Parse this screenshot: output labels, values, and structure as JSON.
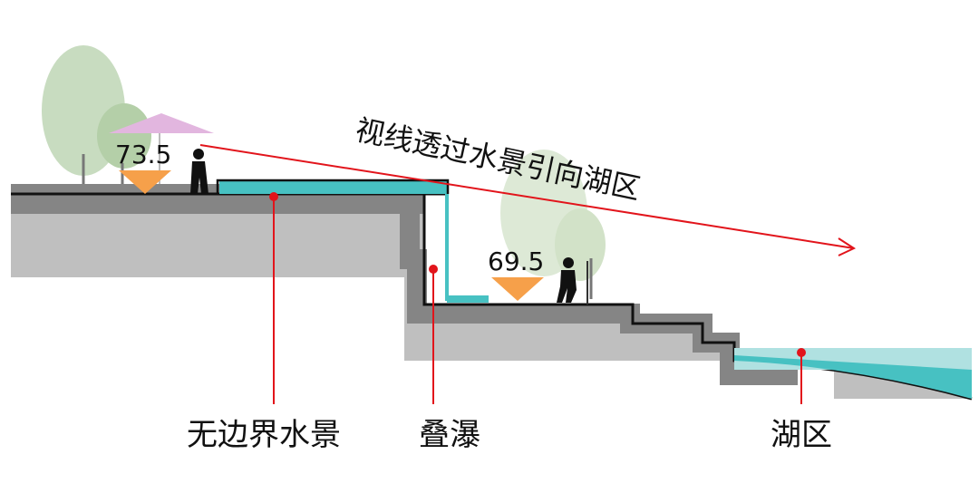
{
  "diagram": {
    "headline": "视线透过水景引向湖区",
    "elevations": {
      "upper": "73.5",
      "lower": "69.5"
    },
    "callouts": {
      "infinity_pool": "无边界水景",
      "cascade": "叠瀑",
      "lake": "湖区"
    },
    "colors": {
      "water": "#47c1c2",
      "water_light": "#b0e1e1",
      "terrain": "#bfbfbf",
      "terrain_dark": "#858585",
      "tree": "#c8dcc0",
      "tree_dark": "#b4cfa8",
      "umbrella": "#e2b6df",
      "marker": "#f6a04a",
      "accent": "#e2141b",
      "silhouette": "#111111"
    }
  }
}
